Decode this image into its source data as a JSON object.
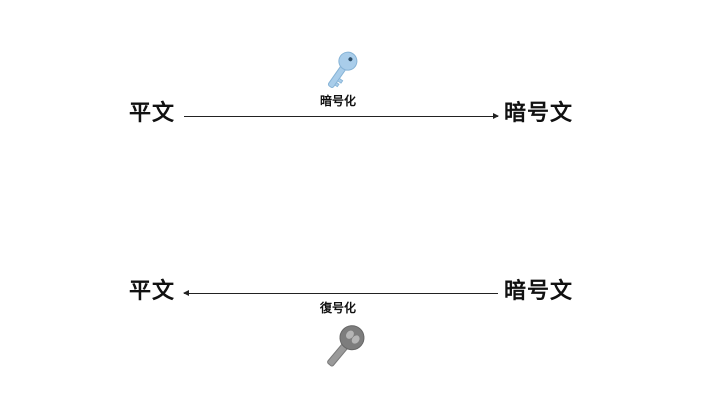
{
  "encryption": {
    "source": "平文",
    "target": "暗号文",
    "label": "暗号化",
    "key_icon": "key-icon",
    "key_color": "#9cc6e6"
  },
  "decryption": {
    "source": "暗号文",
    "target": "平文",
    "label": "復号化",
    "key_icon": "key-icon",
    "key_color": "#8a8a8a"
  }
}
